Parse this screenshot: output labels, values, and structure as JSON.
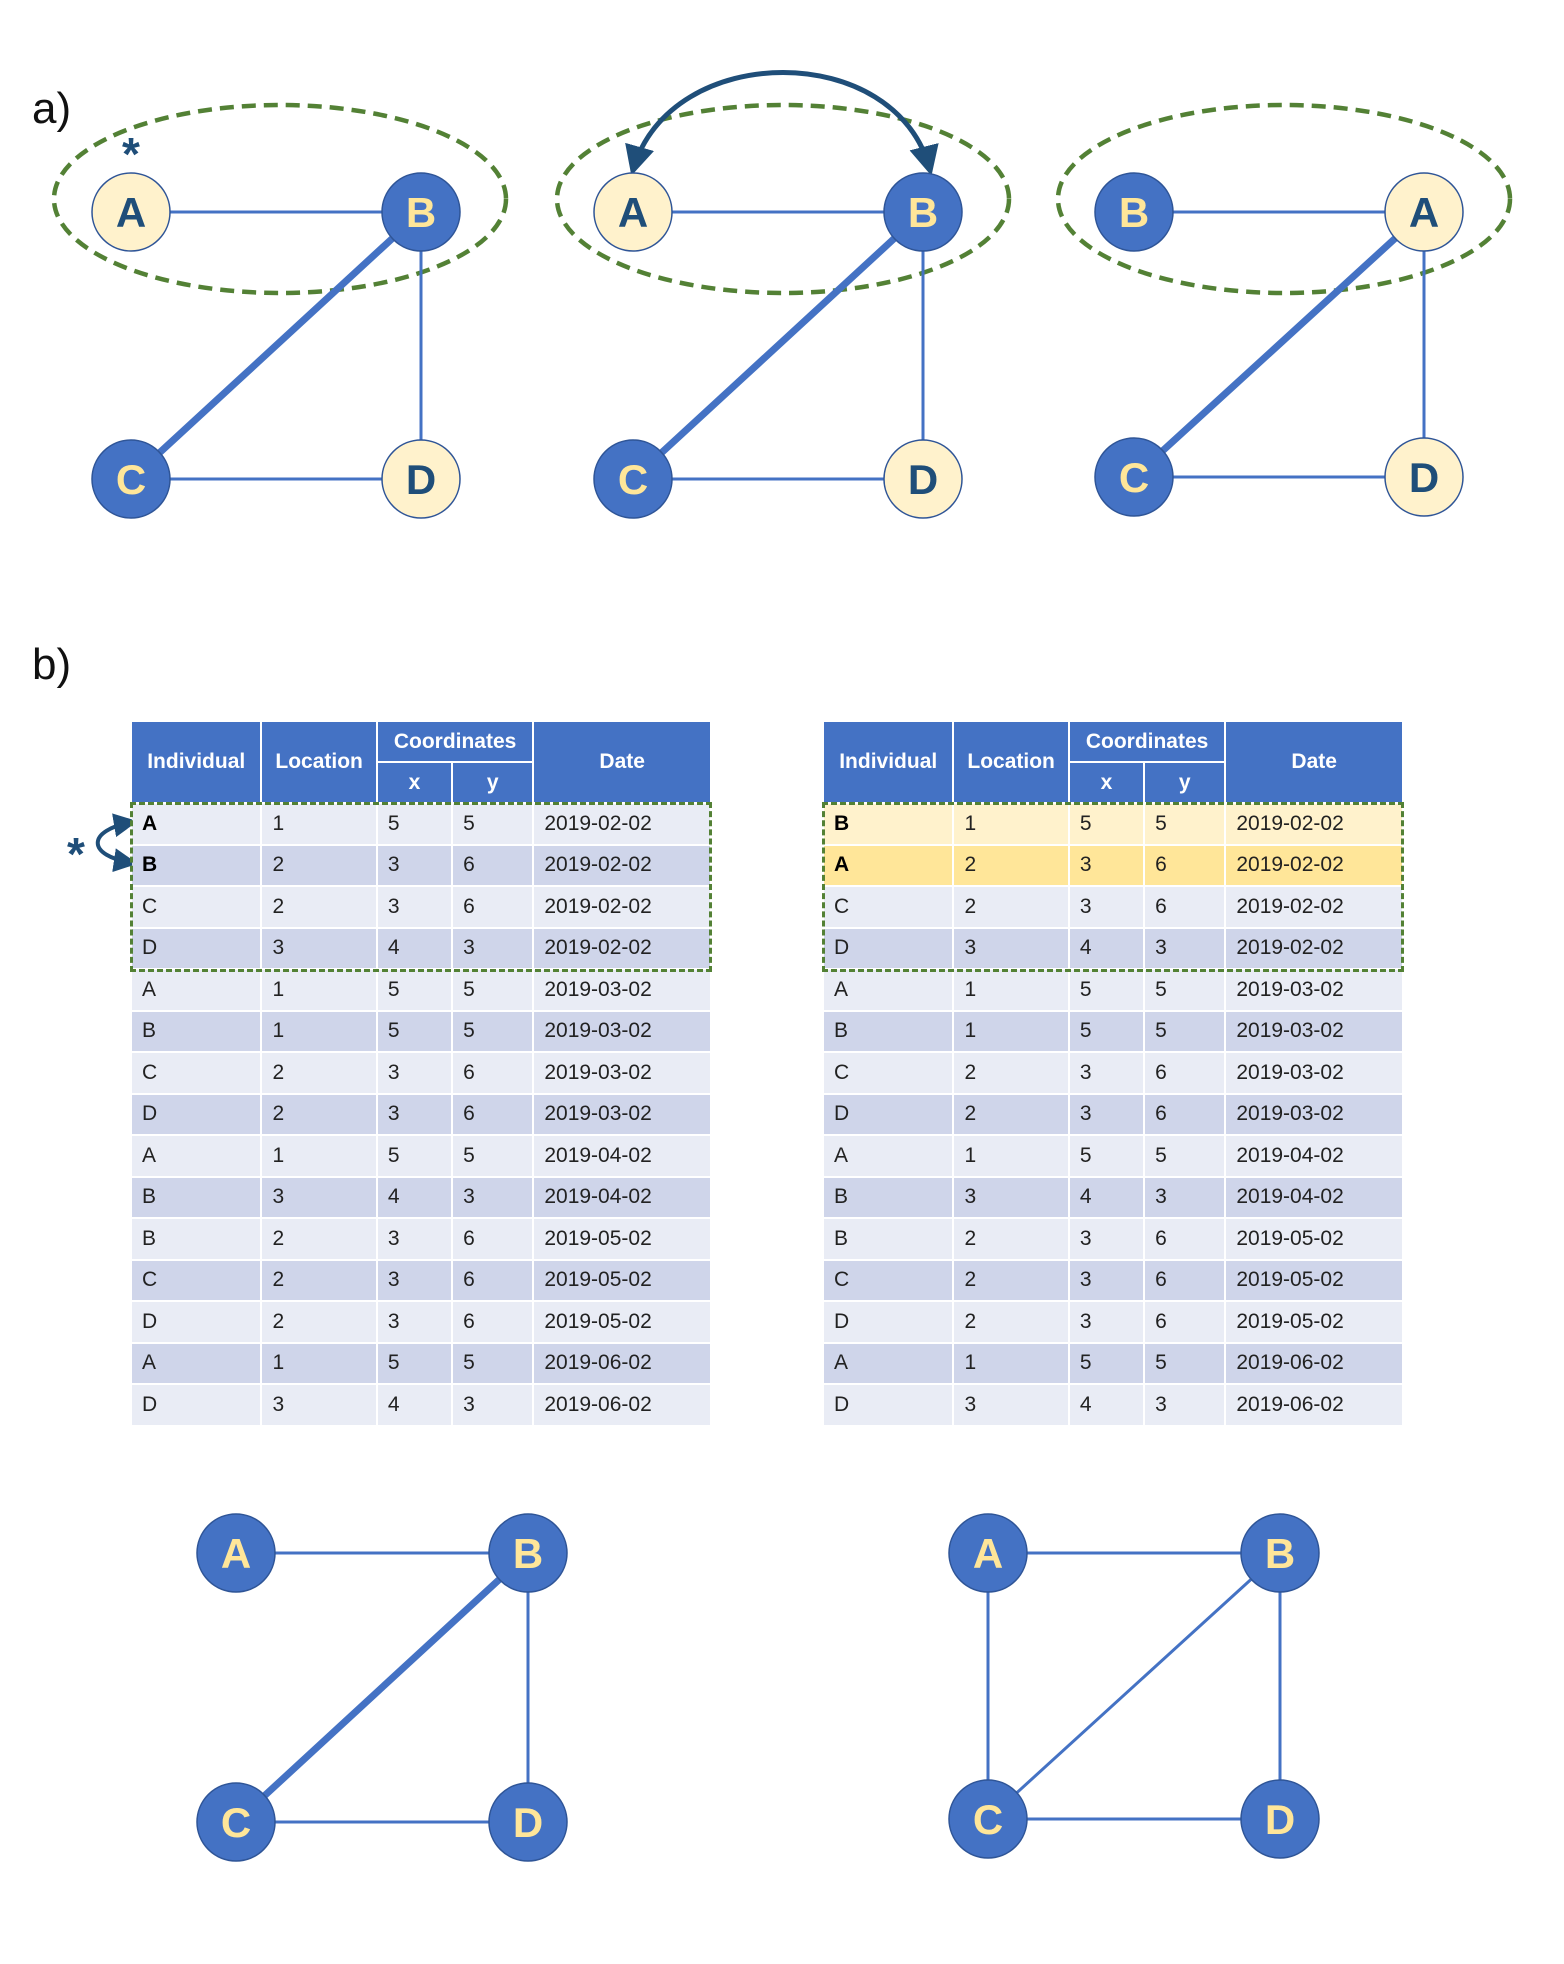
{
  "panel_labels": {
    "a": "a)",
    "b": "b)"
  },
  "marker": "*",
  "colors": {
    "node_blue": "#4472C4",
    "node_cream": "#FFF2CC",
    "node_text_blue": "#1F4E79",
    "node_text_cream": "#FFE699",
    "edge": "#4472C4",
    "group_ellipse": "#538135",
    "swap_arrow": "#1F4E79",
    "highlight_light": "#FFF2CC",
    "highlight_strong": "#FFE699"
  },
  "networks": {
    "a1": {
      "nodes": [
        {
          "label": "A",
          "fill": "cream"
        },
        {
          "label": "B",
          "fill": "blue"
        },
        {
          "label": "C",
          "fill": "blue"
        },
        {
          "label": "D",
          "fill": "cream"
        }
      ],
      "edges": [
        [
          "A",
          "B",
          "thin"
        ],
        [
          "B",
          "C",
          "thick"
        ],
        [
          "B",
          "D",
          "thin"
        ],
        [
          "C",
          "D",
          "thin"
        ]
      ]
    },
    "a2": {
      "nodes": [
        {
          "label": "A",
          "fill": "cream"
        },
        {
          "label": "B",
          "fill": "blue"
        },
        {
          "label": "C",
          "fill": "blue"
        },
        {
          "label": "D",
          "fill": "cream"
        }
      ],
      "edges": [
        [
          "A",
          "B",
          "thin"
        ],
        [
          "B",
          "C",
          "thick"
        ],
        [
          "B",
          "D",
          "thin"
        ],
        [
          "C",
          "D",
          "thin"
        ]
      ]
    },
    "a3": {
      "nodes": [
        {
          "label": "B",
          "fill": "blue"
        },
        {
          "label": "A",
          "fill": "cream"
        },
        {
          "label": "C",
          "fill": "blue"
        },
        {
          "label": "D",
          "fill": "cream"
        }
      ],
      "edges": [
        [
          "B",
          "A",
          "thin"
        ],
        [
          "A",
          "C",
          "thick"
        ],
        [
          "A",
          "D",
          "thin"
        ],
        [
          "C",
          "D",
          "thin"
        ]
      ]
    },
    "b1": {
      "nodes": [
        {
          "label": "A",
          "fill": "blue"
        },
        {
          "label": "B",
          "fill": "blue"
        },
        {
          "label": "C",
          "fill": "blue"
        },
        {
          "label": "D",
          "fill": "blue"
        }
      ],
      "edges": [
        [
          "A",
          "B",
          "thin"
        ],
        [
          "B",
          "C",
          "thick"
        ],
        [
          "B",
          "D",
          "thin"
        ],
        [
          "C",
          "D",
          "thin"
        ]
      ]
    },
    "b2": {
      "nodes": [
        {
          "label": "A",
          "fill": "blue"
        },
        {
          "label": "B",
          "fill": "blue"
        },
        {
          "label": "C",
          "fill": "blue"
        },
        {
          "label": "D",
          "fill": "blue"
        }
      ],
      "edges": [
        [
          "A",
          "B",
          "thin"
        ],
        [
          "A",
          "C",
          "thin"
        ],
        [
          "B",
          "C",
          "thin"
        ],
        [
          "B",
          "D",
          "thin"
        ],
        [
          "C",
          "D",
          "thin"
        ]
      ]
    }
  },
  "table_headers": {
    "individual": "Individual",
    "location": "Location",
    "coordinates": "Coordinates",
    "x": "x",
    "y": "y",
    "date": "Date"
  },
  "tables": {
    "left": [
      [
        "A",
        "1",
        "5",
        "5",
        "2019-02-02"
      ],
      [
        "B",
        "2",
        "3",
        "6",
        "2019-02-02"
      ],
      [
        "C",
        "2",
        "3",
        "6",
        "2019-02-02"
      ],
      [
        "D",
        "3",
        "4",
        "3",
        "2019-02-02"
      ],
      [
        "A",
        "1",
        "5",
        "5",
        "2019-03-02"
      ],
      [
        "B",
        "1",
        "5",
        "5",
        "2019-03-02"
      ],
      [
        "C",
        "2",
        "3",
        "6",
        "2019-03-02"
      ],
      [
        "D",
        "2",
        "3",
        "6",
        "2019-03-02"
      ],
      [
        "A",
        "1",
        "5",
        "5",
        "2019-04-02"
      ],
      [
        "B",
        "3",
        "4",
        "3",
        "2019-04-02"
      ],
      [
        "B",
        "2",
        "3",
        "6",
        "2019-05-02"
      ],
      [
        "C",
        "2",
        "3",
        "6",
        "2019-05-02"
      ],
      [
        "D",
        "2",
        "3",
        "6",
        "2019-05-02"
      ],
      [
        "A",
        "1",
        "5",
        "5",
        "2019-06-02"
      ],
      [
        "D",
        "3",
        "4",
        "3",
        "2019-06-02"
      ]
    ],
    "right": [
      [
        "B",
        "1",
        "5",
        "5",
        "2019-02-02"
      ],
      [
        "A",
        "2",
        "3",
        "6",
        "2019-02-02"
      ],
      [
        "C",
        "2",
        "3",
        "6",
        "2019-02-02"
      ],
      [
        "D",
        "3",
        "4",
        "3",
        "2019-02-02"
      ],
      [
        "A",
        "1",
        "5",
        "5",
        "2019-03-02"
      ],
      [
        "B",
        "1",
        "5",
        "5",
        "2019-03-02"
      ],
      [
        "C",
        "2",
        "3",
        "6",
        "2019-03-02"
      ],
      [
        "D",
        "2",
        "3",
        "6",
        "2019-03-02"
      ],
      [
        "A",
        "1",
        "5",
        "5",
        "2019-04-02"
      ],
      [
        "B",
        "3",
        "4",
        "3",
        "2019-04-02"
      ],
      [
        "B",
        "2",
        "3",
        "6",
        "2019-05-02"
      ],
      [
        "C",
        "2",
        "3",
        "6",
        "2019-05-02"
      ],
      [
        "D",
        "2",
        "3",
        "6",
        "2019-05-02"
      ],
      [
        "A",
        "1",
        "5",
        "5",
        "2019-06-02"
      ],
      [
        "D",
        "3",
        "4",
        "3",
        "2019-06-02"
      ]
    ],
    "left_bold_rows": [
      0,
      1
    ],
    "right_bold_rows": [
      0,
      1
    ],
    "right_highlight": {
      "light": [
        0
      ],
      "strong": [
        1
      ]
    }
  }
}
